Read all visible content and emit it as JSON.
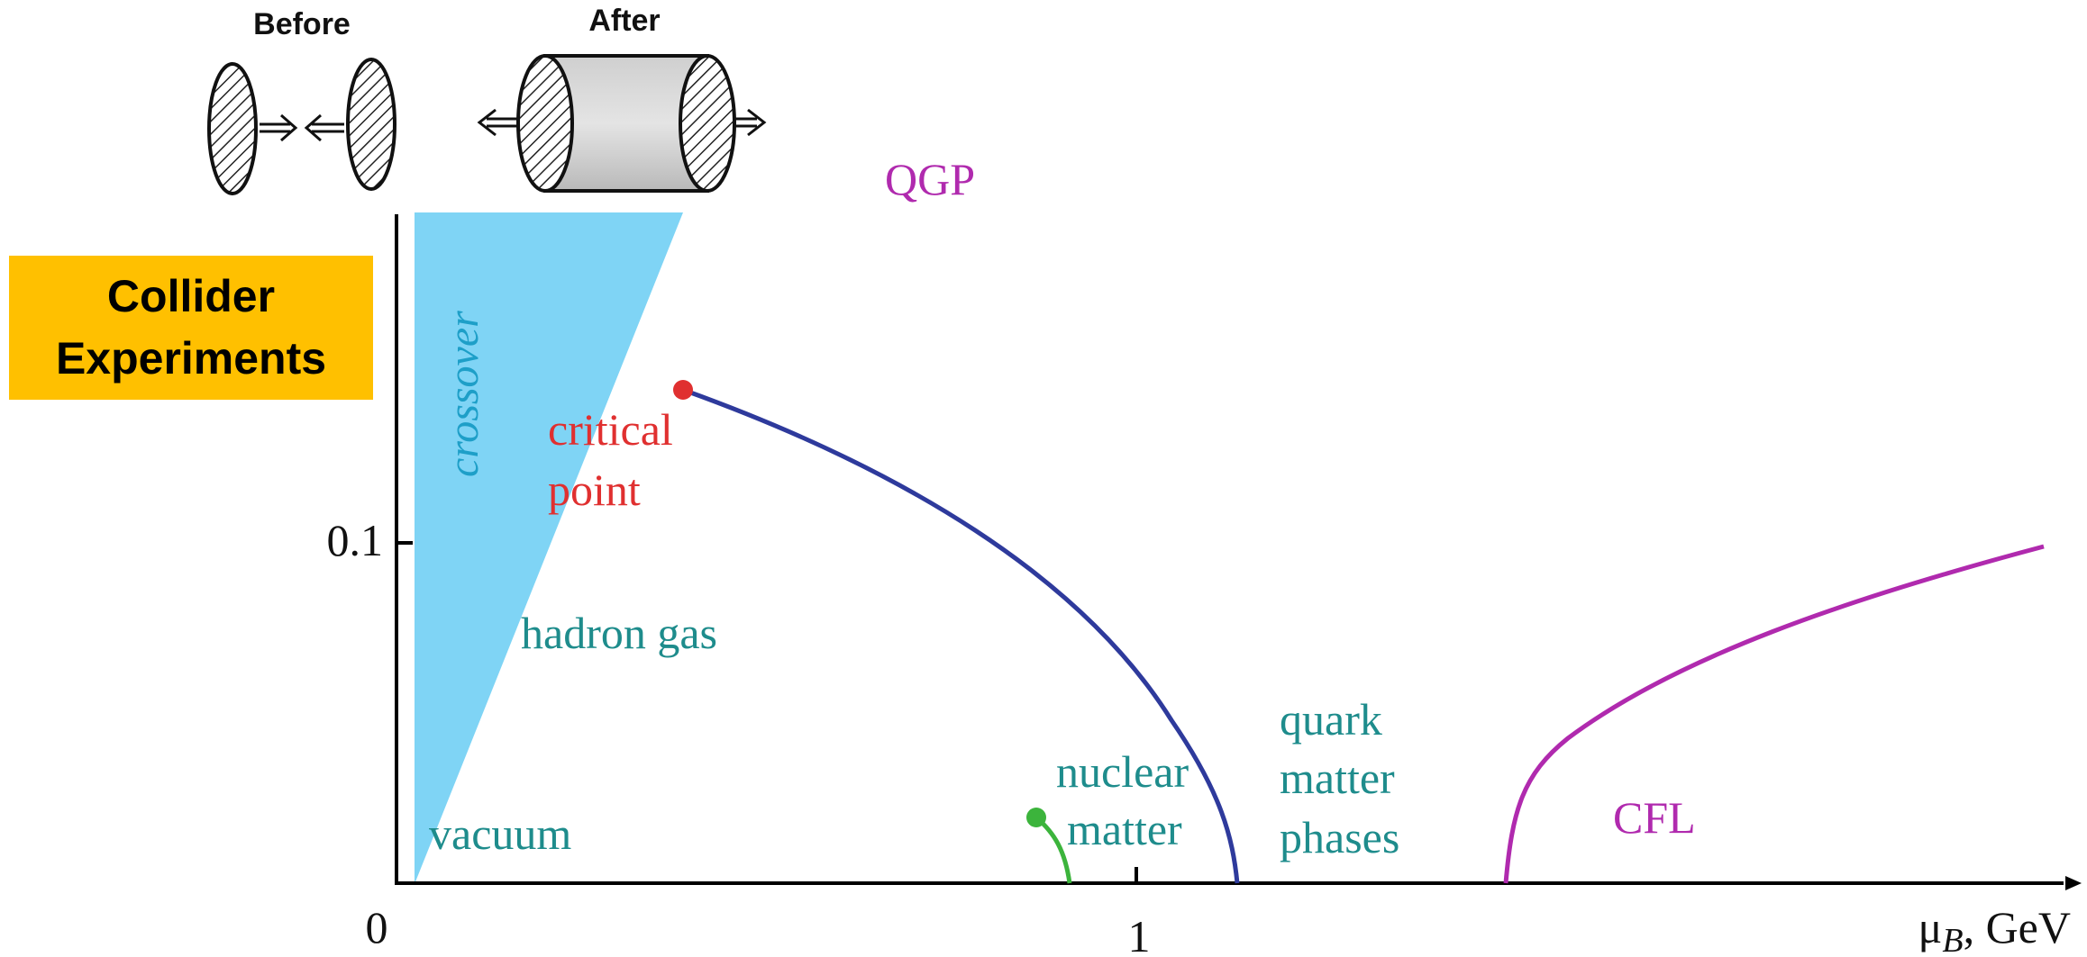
{
  "header": {
    "before_label": "Before",
    "after_label": "After"
  },
  "badge": {
    "line1": "Collider",
    "line2": "Experiments",
    "color": "#FFC000"
  },
  "diagram": {
    "axis": {
      "x_label_symbol": "μ",
      "x_label_sub": "B",
      "x_label_unit": ", GeV",
      "y_tick": "0.1",
      "origin_label": "0",
      "x_tick": "1"
    },
    "region_labels": {
      "crossover": "crossover",
      "qgp": "QGP",
      "critical_line1": "critical",
      "critical_line2": "point",
      "hadron_gas": "hadron gas",
      "vacuum": "vacuum",
      "nuclear_line1": "nuclear",
      "nuclear_line2": "matter",
      "quark_line1": "quark",
      "quark_line2": "matter",
      "quark_line3": "phases",
      "cfl": "CFL"
    },
    "colors": {
      "crossover_fill": "#7FD4F5",
      "first_order_line": "#2E3A9C",
      "cfl_line": "#B02AAE",
      "nuclear_line": "#3CB43C",
      "critical_point": "#E03030",
      "teal_text": "#1E8C8C",
      "magenta_text": "#B02AAE",
      "red_text": "#E03030"
    }
  }
}
